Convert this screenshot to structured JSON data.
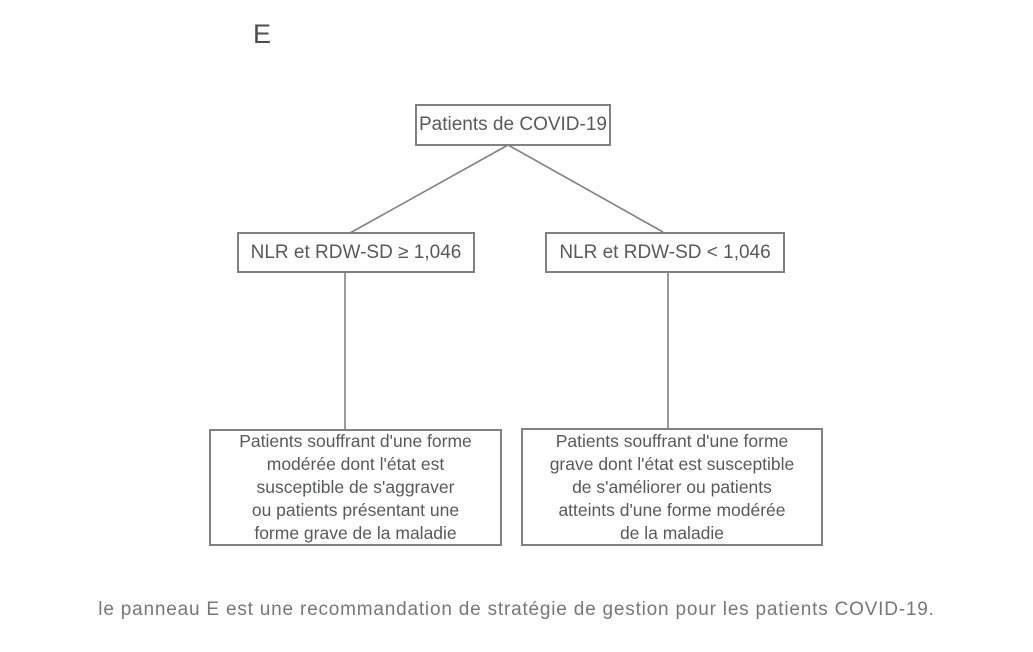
{
  "panel": {
    "label": "E"
  },
  "nodes": {
    "root": "Patients de COVID-19",
    "branch_left": "NLR et RDW-SD ≥ 1,046",
    "branch_right": "NLR et RDW-SD < 1,046",
    "outcome_left": "Patients souffrant d'une forme\nmodérée dont l'état est\nsusceptible de s'aggraver\nou patients présentant une\nforme grave de la maladie",
    "outcome_right": "Patients souffrant d'une forme\ngrave dont l'état est susceptible\nde s'améliorer ou patients\natteints d'une forme modérée\nde la maladie"
  },
  "caption": "le panneau E est une recommandation de stratégie de gestion pour les patients COVID-19.",
  "colors": {
    "background": "#ffffff",
    "border": "#7f8184",
    "text": "#58595b",
    "line": "#7f8184",
    "caption_text": "#76777a"
  }
}
